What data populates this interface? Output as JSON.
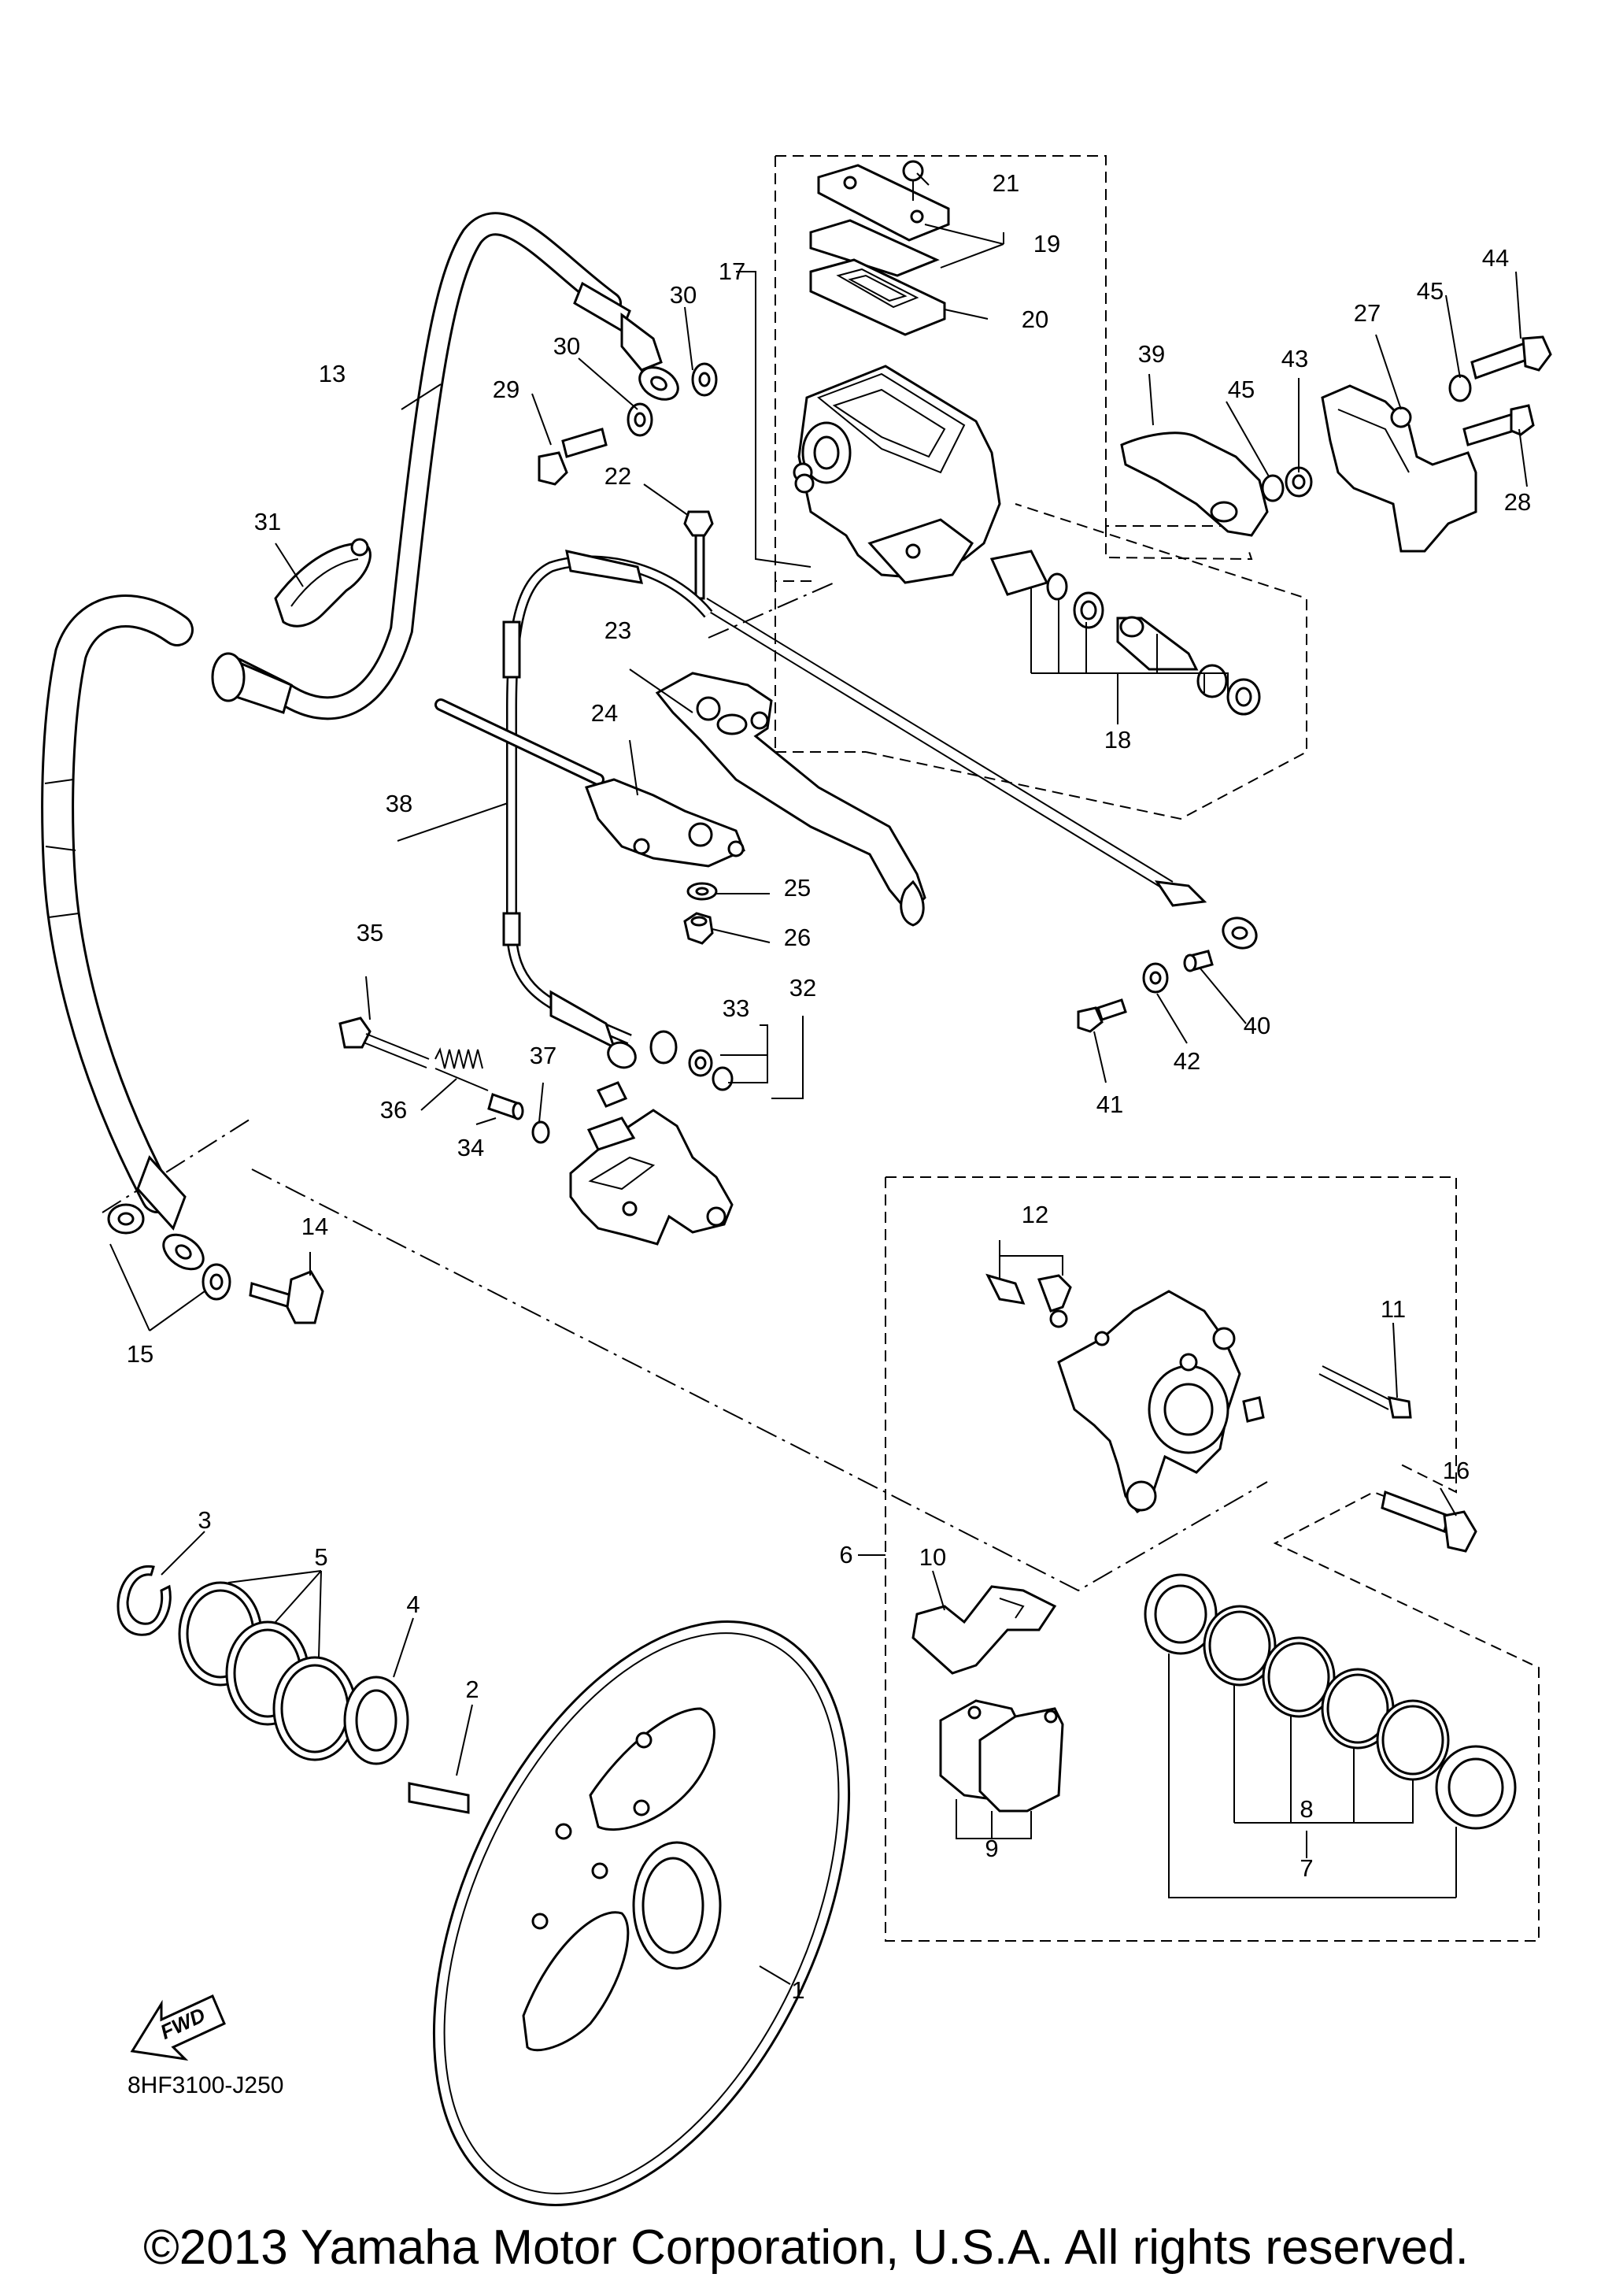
{
  "diagram": {
    "code": "8HF3100-J250",
    "copyright": "©2013 Yamaha Motor Corporation, U.S.A. All rights reserved.",
    "fwd_label": "FWD",
    "part_labels": [
      "1",
      "2",
      "3",
      "4",
      "5",
      "6",
      "7",
      "8",
      "9",
      "10",
      "11",
      "12",
      "13",
      "14",
      "15",
      "16",
      "17",
      "18",
      "19",
      "20",
      "21",
      "22",
      "23",
      "24",
      "25",
      "26",
      "27",
      "28",
      "29",
      "30",
      "30",
      "31",
      "32",
      "33",
      "34",
      "35",
      "36",
      "37",
      "38",
      "39",
      "40",
      "41",
      "42",
      "43",
      "44",
      "45",
      "45"
    ]
  }
}
